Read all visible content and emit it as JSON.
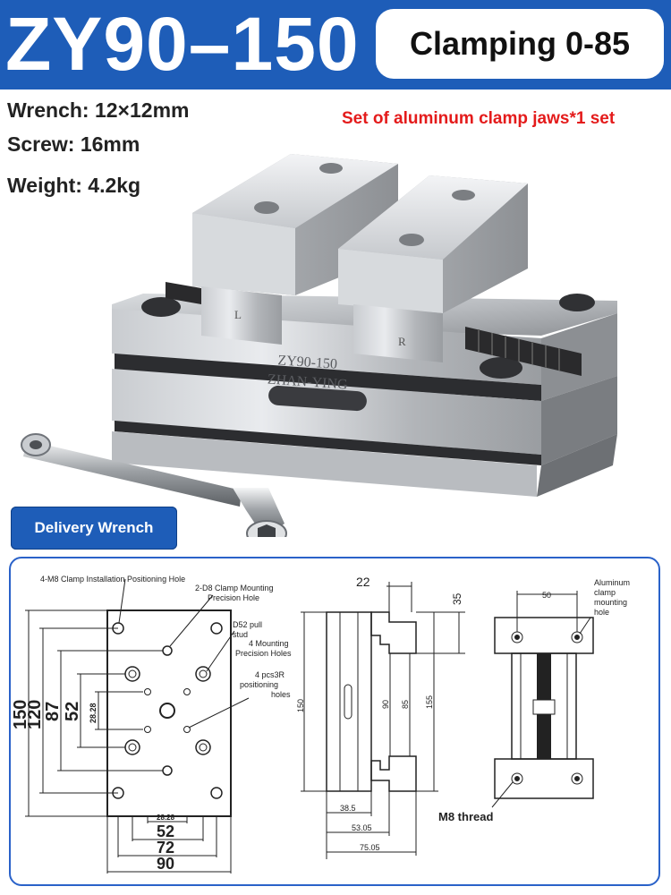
{
  "header": {
    "model": "ZY90–150",
    "clamping": "Clamping 0-85"
  },
  "specs": {
    "wrench": "Wrench: 12×12mm",
    "screw": "Screw: 16mm",
    "weight": "Weight: 4.2kg",
    "jaw_note": "Set of aluminum clamp jaws*1 set"
  },
  "product": {
    "engraving_model": "ZY90-150",
    "engraving_brand": "ZHAN-YING",
    "jaw_left_mark": "L",
    "jaw_right_mark": "R"
  },
  "delivery_label": "Delivery Wrench",
  "drawing": {
    "top_view": {
      "callout_clamp_hole": "4-M8 Clamp Installation Positioning Hole",
      "callout_clamp_precision_1": "2-D8 Clamp Mounting",
      "callout_clamp_precision_2": "Precision Hole",
      "callout_pull_stud_1": "D52 pull",
      "callout_pull_stud_2": "stud",
      "callout_mount_holes_1": "4 Mounting",
      "callout_mount_holes_2": "Precision Holes",
      "callout_3r_1": "4 pcs3R",
      "callout_3r_2": "positioning",
      "callout_3r_3": "holes",
      "dim_150": "150",
      "dim_120": "120",
      "dim_87": "87",
      "dim_52v": "52",
      "dim_2828v": "28.28",
      "dim_2828h": "28.28",
      "dim_52h": "52",
      "dim_72": "72",
      "dim_90": "90"
    },
    "side_view": {
      "dim_22": "22",
      "dim_35": "35",
      "dim_150": "150",
      "dim_90": "90",
      "dim_85": "85",
      "dim_155": "155",
      "dim_385": "38.5",
      "dim_5305": "53.05",
      "dim_7505": "75.05"
    },
    "front_view": {
      "dim_50": "50",
      "callout_aluminum_1": "Aluminum",
      "callout_aluminum_2": "clamp",
      "callout_aluminum_3": "mounting",
      "callout_aluminum_4": "hole",
      "callout_m8": "M8 thread"
    }
  }
}
